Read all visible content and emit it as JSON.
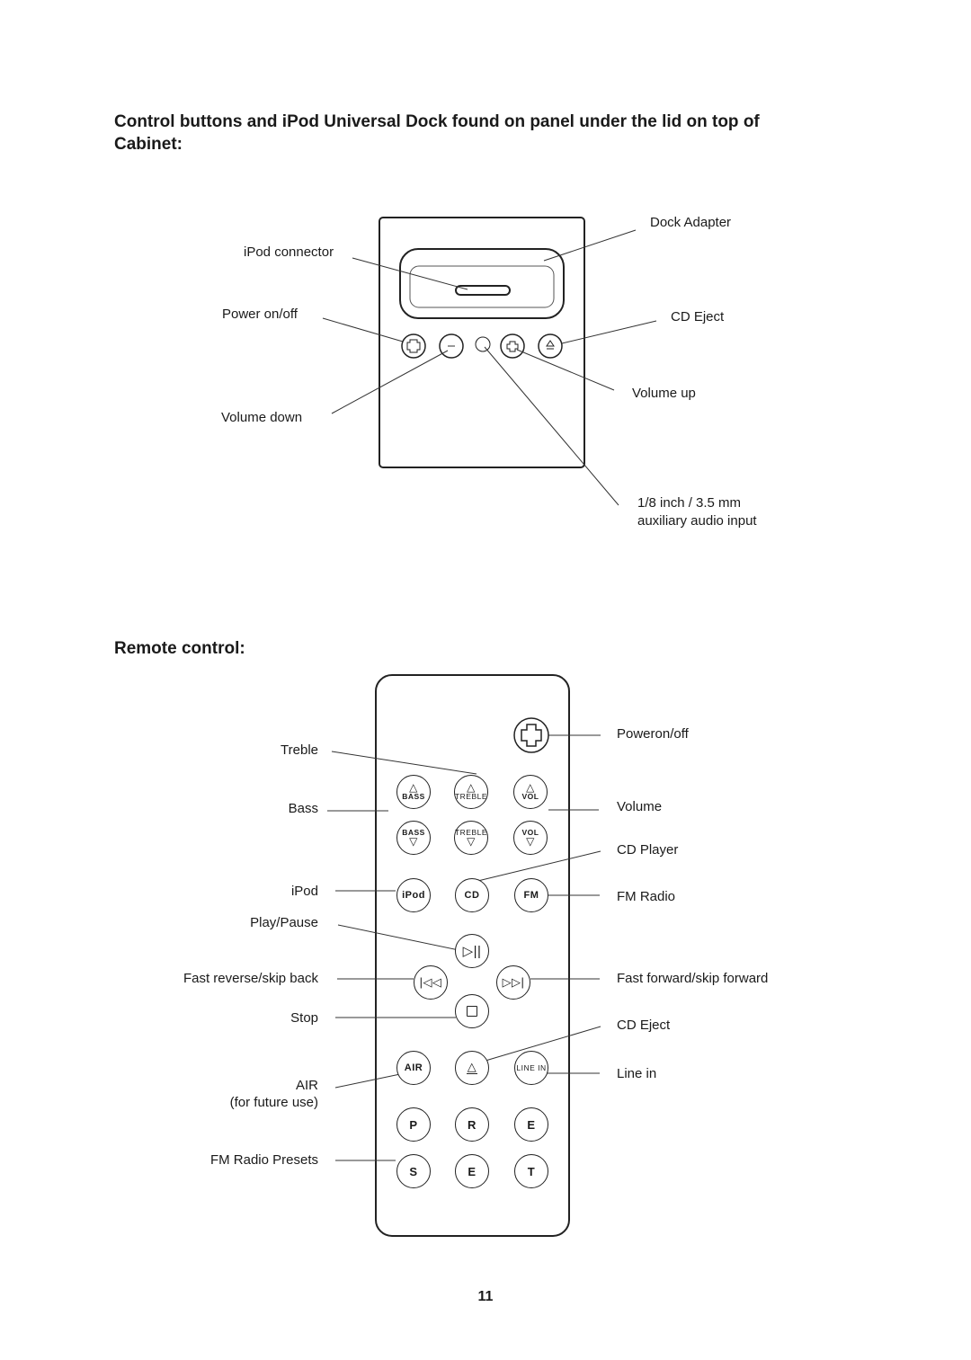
{
  "heading_dock": "Control buttons and iPod Universal Dock found on panel under the lid on top of Cabinet:",
  "heading_remote": "Remote control:",
  "dock_labels": {
    "dock_adapter": "Dock Adapter",
    "ipod_connector": "iPod connector",
    "power": "Power on/off",
    "cd_eject": "CD Eject",
    "volume_up": "Volume up",
    "volume_down": "Volume down",
    "aux_line1": "1/8 inch / 3.5 mm",
    "aux_line2": "auxiliary audio input"
  },
  "remote_labels": {
    "treble": "Treble",
    "bass": "Bass",
    "ipod": "iPod",
    "play_pause": "Play/Pause",
    "fast_reverse": "Fast reverse/skip back",
    "stop": "Stop",
    "air": "AIR",
    "air_note": "(for future use)",
    "fm_presets": "FM Radio Presets",
    "power": "Poweron/off",
    "volume": "Volume",
    "cd_player": "CD Player",
    "fm_radio": "FM Radio",
    "fast_forward": "Fast forward/skip forward",
    "cd_eject": "CD Eject",
    "line_in": "Line in"
  },
  "remote_buttons": {
    "bass": "BASS",
    "treble": "TREBLE",
    "vol": "VOL",
    "ipod": "iPod",
    "cd": "CD",
    "fm": "FM",
    "air": "AIR",
    "line_in": "LINE IN",
    "presets": [
      "P",
      "R",
      "E",
      "S",
      "E",
      "T"
    ]
  },
  "page_number": "11"
}
